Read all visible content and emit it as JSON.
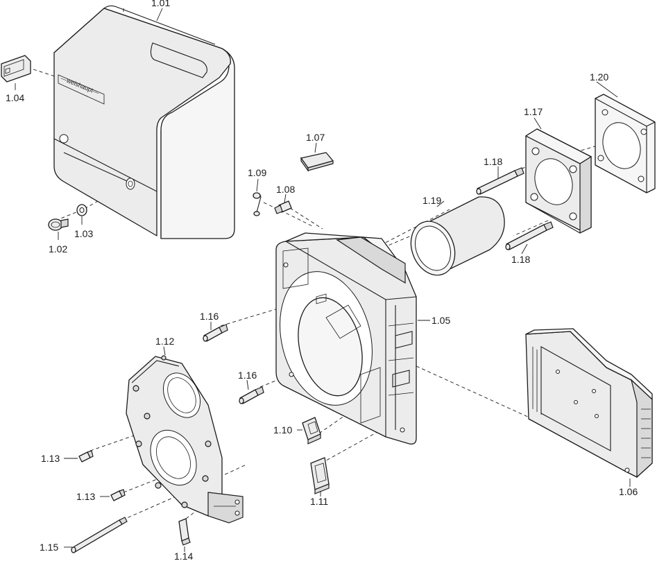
{
  "logo_text": "—weishaupt—",
  "labels": {
    "p101": "1.01",
    "p102": "1.02",
    "p103": "1.03",
    "p104": "1.04",
    "p105": "1.05",
    "p106": "1.06",
    "p107": "1.07",
    "p108": "1.08",
    "p109": "1.09",
    "p110": "1.10",
    "p111": "1.11",
    "p112": "1.12",
    "p113a": "1.13",
    "p113b": "1.13",
    "p114": "1.14",
    "p115": "1.15",
    "p116a": "1.16",
    "p116b": "1.16",
    "p117": "1.17",
    "p118a": "1.18",
    "p118b": "1.18",
    "p119": "1.19",
    "p120": "1.20"
  }
}
